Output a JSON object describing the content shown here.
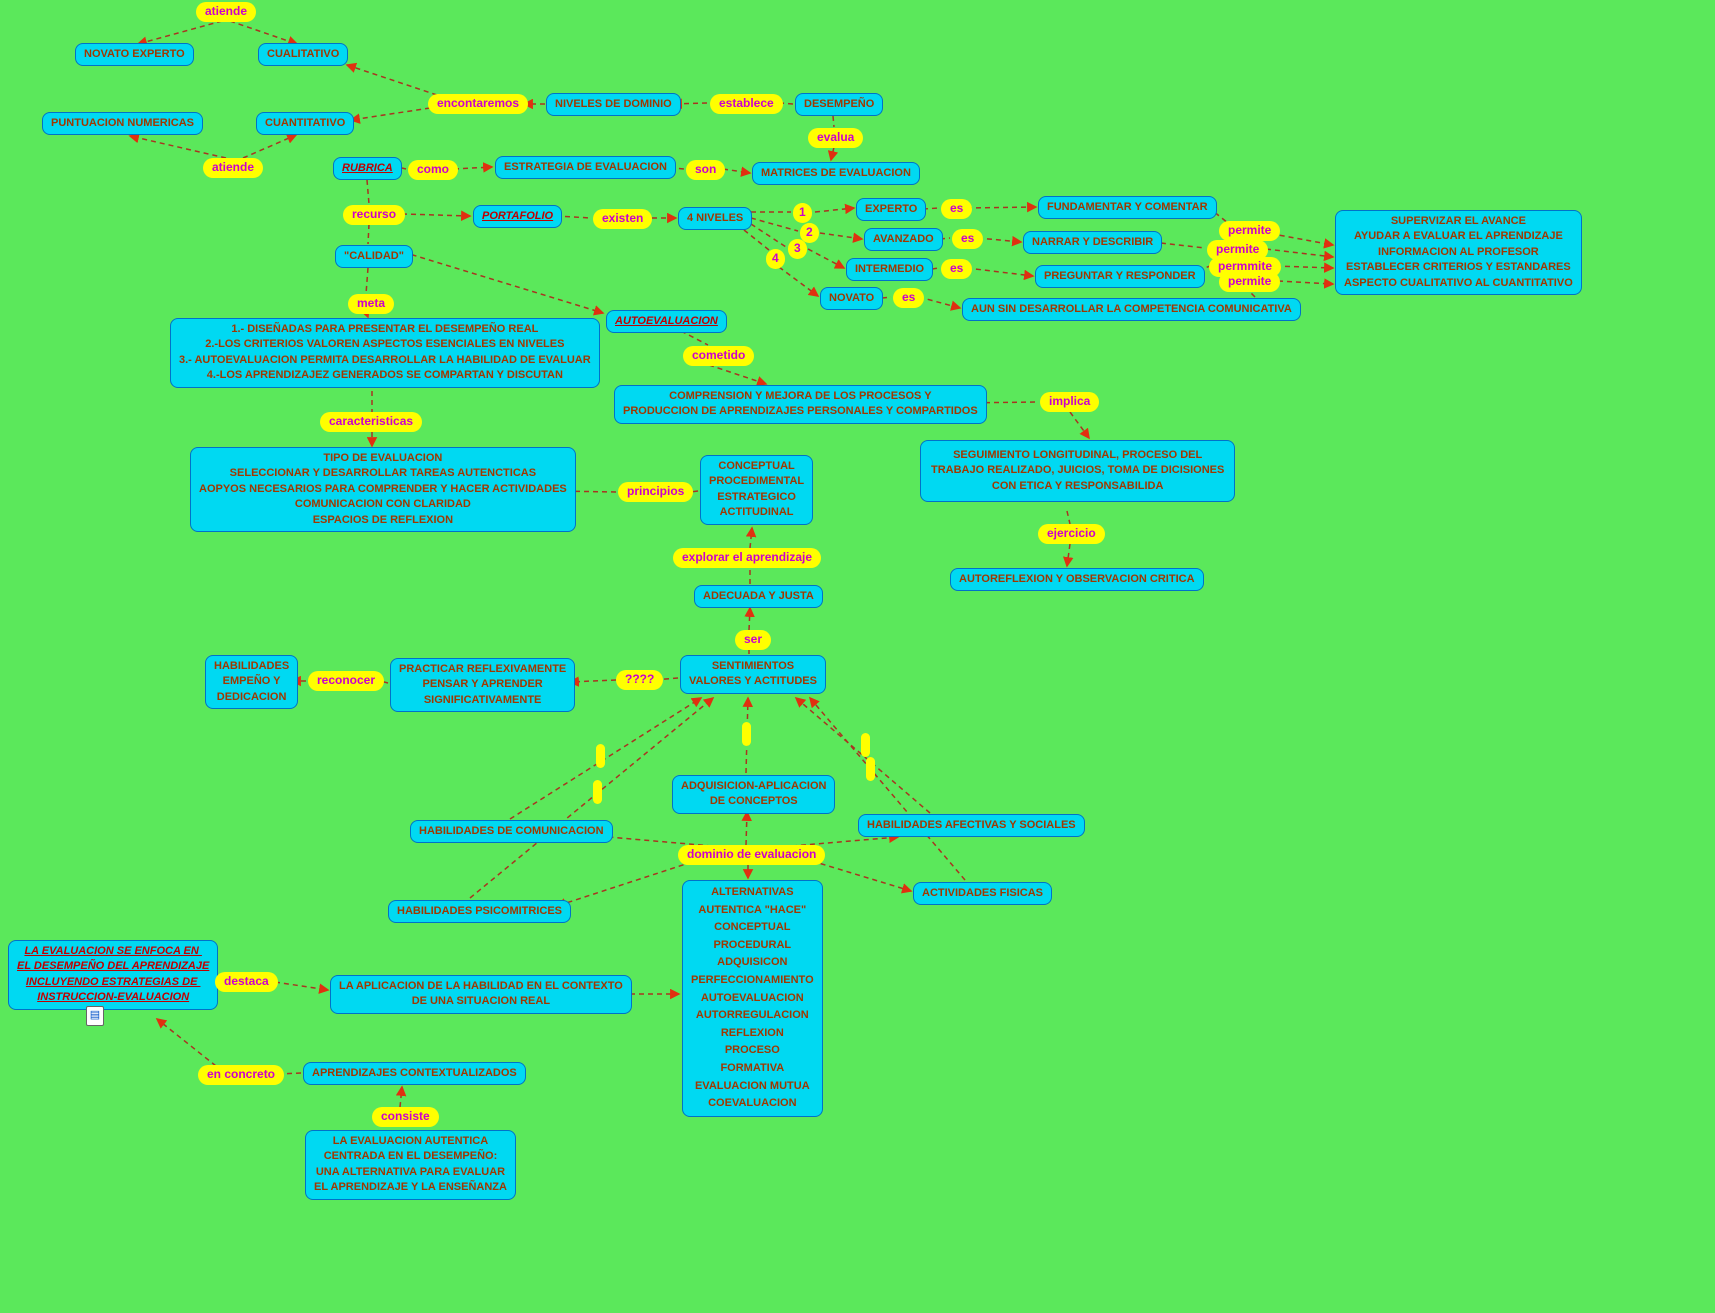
{
  "colors": {
    "background": "#5BE85B",
    "node_fill": "#00D9F2",
    "node_border": "#0072C8",
    "node_text": "#A03800",
    "key_text": "#C00000",
    "label_fill": "#FFFF00",
    "label_text": "#CC00CC",
    "edge": "#A93420",
    "arrow": "#E03010"
  },
  "nodes": {
    "novato_experto": {
      "text": "NOVATO EXPERTO"
    },
    "cualitativo": {
      "text": "CUALITATIVO"
    },
    "puntuacion_numericas": {
      "text": "PUNTUACION NUMERICAS"
    },
    "cuantitativo": {
      "text": "CUANTITATIVO"
    },
    "niveles_de_dominio": {
      "text": "NIVELES DE DOMINIO"
    },
    "desempeno": {
      "text": "DESEMPEÑO"
    },
    "rubrica": {
      "text": "RUBRICA"
    },
    "estrategia_de_evaluacion": {
      "text": "ESTRATEGIA DE EVALUACION"
    },
    "matrices_de_evaluacion": {
      "text": "MATRICES DE EVALUACION"
    },
    "portafolio": {
      "text": "PORTAFOLIO"
    },
    "cuatro_niveles": {
      "text": "4 NIVELES"
    },
    "experto": {
      "text": "EXPERTO"
    },
    "avanzado": {
      "text": "AVANZADO"
    },
    "intermedio": {
      "text": "INTERMEDIO"
    },
    "novato": {
      "text": "NOVATO"
    },
    "fundamentar": {
      "text": "FUNDAMENTAR Y COMENTAR"
    },
    "narrar": {
      "text": "NARRAR Y DESCRIBIR"
    },
    "preguntar": {
      "text": "PREGUNTAR Y RESPONDER"
    },
    "aun_sin": {
      "text": "AUN SIN DESARROLLAR LA COMPETENCIA COMUNICATIVA"
    },
    "supervizar": {
      "text": "SUPERVIZAR EL AVANCE\nAYUDAR A EVALUAR EL APRENDIZAJE\nINFORMACION AL PROFESOR\nESTABLECER CRITERIOS Y ESTANDARES\nASPECTO CUALITATIVO AL CUANTITATIVO"
    },
    "calidad": {
      "text": "\"CALIDAD\""
    },
    "autoevaluacion": {
      "text": "AUTOEVALUACION"
    },
    "metas_rubrica": {
      "text": "1.- DISEÑADAS PARA PRESENTAR EL DESEMPEÑO REAL\n2.-LOS CRITERIOS VALOREN ASPECTOS ESENCIALES EN NIVELES\n3.- AUTOEVALUACION PERMITA DESARROLLAR LA HABILIDAD DE EVALUAR\n4.-LOS APRENDIZAJEZ GENERADOS SE COMPARTAN Y DISCUTAN"
    },
    "comprension": {
      "text": "COMPRENSION Y MEJORA DE LOS PROCESOS Y\nPRODUCCION DE APRENDIZAJES PERSONALES Y COMPARTIDOS"
    },
    "seguimiento": {
      "text": "SEGUIMIENTO LONGITUDINAL, PROCESO DEL\nTRABAJO REALIZADO, JUICIOS, TOMA DE DICISIONES\nCON ETICA Y RESPONSABILIDA"
    },
    "tipo_de_evaluacion": {
      "text": "TIPO DE EVALUACION\nSELECCIONAR Y DESARROLLAR TAREAS AUTENCTICAS\nAOPYOS NECESARIOS PARA COMPRENDER Y HACER ACTIVIDADES\nCOMUNICACION CON CLARIDAD\nESPACIOS DE REFLEXION"
    },
    "contenidos": {
      "text": "CONCEPTUAL\nPROCEDIMENTAL\nESTRATEGICO\nACTITUDINAL"
    },
    "autoreflexion": {
      "text": "AUTOREFLEXION Y OBSERVACION CRITICA"
    },
    "adecuada_y_justa": {
      "text": "ADECUADA Y JUSTA"
    },
    "sentimientos": {
      "text": "SENTIMIENTOS\nVALORES Y ACTITUDES"
    },
    "practicar": {
      "text": "PRACTICAR REFLEXIVAMENTE\nPENSAR Y APRENDER\nSIGNIFICATIVAMENTE"
    },
    "habilidades_empeno": {
      "text": "HABILIDADES\nEMPEÑO Y\nDEDICACION"
    },
    "adquisicion": {
      "text": "ADQUISICION-APLICACION\nDE CONCEPTOS"
    },
    "habilidades_comunicacion": {
      "text": "HABILIDADES DE COMUNICACION"
    },
    "habilidades_afectivas": {
      "text": "HABILIDADES AFECTIVAS Y SOCIALES"
    },
    "actividades_fisicas": {
      "text": "ACTIVIDADES FISICAS"
    },
    "habilidades_psicomitrices": {
      "text": "HABILIDADES PSICOMITRICES"
    },
    "alternativas": {
      "text": "ALTERNATIVAS\nAUTENTICA \"HACE\"\nCONCEPTUAL\nPROCEDURAL\nADQUISICON\nPERFECCIONAMIENTO\nAUTOEVALUACION\nAUTORREGULACION\nREFLEXION\nPROCESO\nFORMATIVA\nEVALUACION MUTUA\nCOEVALUACION"
    },
    "enfoca": {
      "text": "LA EVALUACION SE ENFOCA EN \nEL DESEMPEÑO DEL APRENDIZAJE\nINCLUYENDO ESTRATEGIAS DE \nINSTRUCCION-EVALUACION"
    },
    "aplicacion": {
      "text": "LA APLICACION DE LA HABILIDAD EN EL CONTEXTO\nDE UNA SITUACION REAL"
    },
    "aprendizajes_contextualizados": {
      "text": "APRENDIZAJES CONTEXTUALIZADOS"
    },
    "evaluacion_autentica": {
      "text": "LA EVALUACION AUTENTICA\nCENTRADA EN EL DESEMPEÑO:\nUNA ALTERNATIVA PARA EVALUAR\nEL APRENDIZAJE Y LA ENSEÑANZA"
    }
  },
  "labels": {
    "atiende_top": {
      "text": "atiende"
    },
    "encontaremos": {
      "text": "encontaremos"
    },
    "establece": {
      "text": "establece"
    },
    "evalua": {
      "text": "evalua"
    },
    "atiende_bottom": {
      "text": "atiende"
    },
    "como": {
      "text": "como"
    },
    "son": {
      "text": "son"
    },
    "recurso": {
      "text": "recurso"
    },
    "existen": {
      "text": "existen"
    },
    "uno": {
      "text": "1"
    },
    "dos": {
      "text": "2"
    },
    "tres": {
      "text": "3"
    },
    "cuatro": {
      "text": "4"
    },
    "es_experto": {
      "text": "es"
    },
    "es_avanzado": {
      "text": "es"
    },
    "es_intermedio": {
      "text": "es"
    },
    "es_novato": {
      "text": "es"
    },
    "permite_1": {
      "text": "permite"
    },
    "permite_2": {
      "text": "permite"
    },
    "permmite_3": {
      "text": "permmite"
    },
    "permite_4": {
      "text": "permite"
    },
    "meta": {
      "text": "meta"
    },
    "cometido": {
      "text": "cometido"
    },
    "implica": {
      "text": "implica"
    },
    "caracteristicas": {
      "text": "caracteristicas"
    },
    "principios": {
      "text": "principios"
    },
    "ejercicio": {
      "text": "ejercicio"
    },
    "explorar": {
      "text": "explorar el aprendizaje"
    },
    "ser": {
      "text": "ser"
    },
    "reconocer": {
      "text": "reconocer"
    },
    "interrogantes": {
      "text": "????"
    },
    "dominio": {
      "text": "dominio de evaluacion"
    },
    "destaca": {
      "text": "destaca"
    },
    "en_concreto": {
      "text": "en concreto"
    },
    "consiste": {
      "text": "consiste"
    }
  },
  "icons": {
    "attachment": {
      "glyph": "▤"
    }
  }
}
